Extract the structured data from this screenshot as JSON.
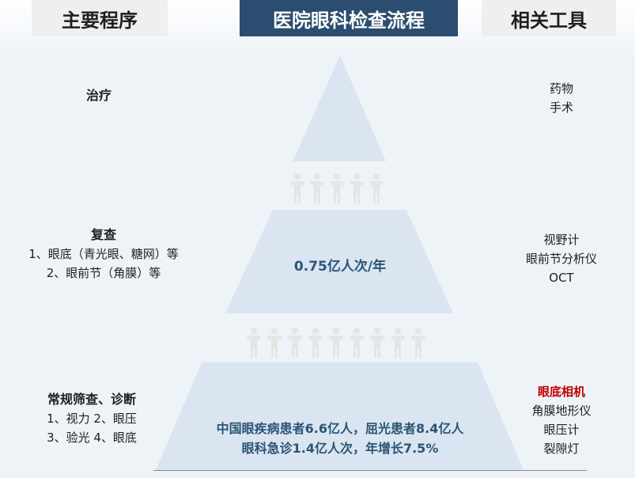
{
  "headers": {
    "left": "主要程序",
    "center": "医院眼科检查流程",
    "right": "相关工具"
  },
  "tiers": [
    {
      "procedure_title": "治疗",
      "procedure_items": [],
      "tools": [
        "药物",
        "手术"
      ],
      "tools_highlight": "",
      "center_lines": []
    },
    {
      "procedure_title": "复查",
      "procedure_items": [
        "1、眼底（青光眼、糖网）等",
        "2、眼前节（角膜）等"
      ],
      "tools": [
        "视野计",
        "眼前节分析仪",
        "OCT"
      ],
      "tools_highlight": "",
      "center_lines": [
        "0.75亿人次/年"
      ]
    },
    {
      "procedure_title": "常规筛查、诊断",
      "procedure_items": [
        "1、视力 2、眼压",
        "3、验光 4、眼底"
      ],
      "tools": [
        "角膜地形仪",
        "眼压计",
        "裂隙灯"
      ],
      "tools_highlight": "眼底相机",
      "center_lines": [
        "中国眼疾病患者6.6亿人，屈光患者8.4亿人",
        "眼科急诊1.4亿人次，年增长7.5%"
      ]
    }
  ],
  "colors": {
    "header_center_bg": "#2b4d6f",
    "pyramid_fill": "#dae5f1",
    "people_fill": "#e7e7e7",
    "center_text": "#2b5476",
    "highlight": "#c00000"
  }
}
